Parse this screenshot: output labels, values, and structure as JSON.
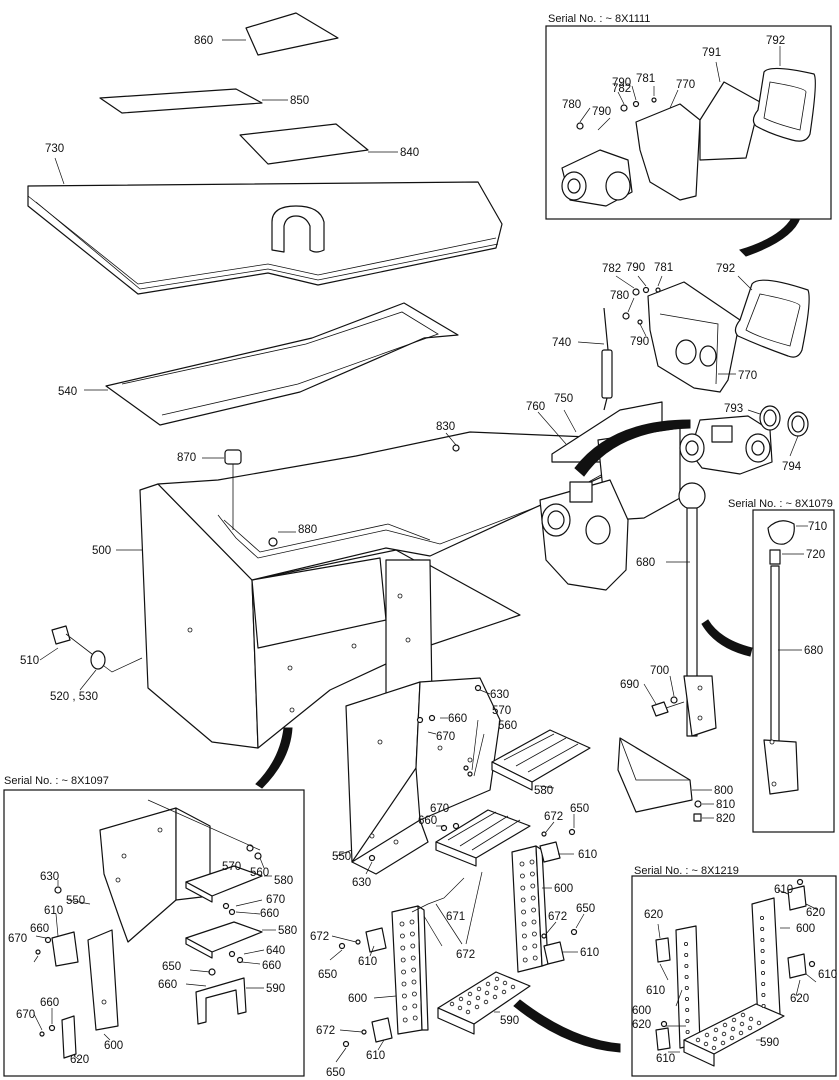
{
  "insets": {
    "top_right": {
      "serial": "Serial No. : ~ 8X1111"
    },
    "right": {
      "serial": "Serial No. : ~ 8X1079"
    },
    "bottom_left": {
      "serial": "Serial No. : ~ 8X1097"
    },
    "bottom_right": {
      "serial": "Serial No. : ~ 8X1219"
    }
  },
  "callouts": {
    "c860": "860",
    "c850": "850",
    "c840": "840",
    "c730": "730",
    "c540": "540",
    "c870": "870",
    "c830": "830",
    "c880": "880",
    "c500": "500",
    "c510": "510",
    "c520_530": "520 , 530",
    "c740": "740",
    "c760": "760",
    "c750": "750",
    "c782": "782",
    "c790a": "790",
    "c781": "781",
    "c780": "780",
    "c790b": "790",
    "c792": "792",
    "c770": "770",
    "c793": "793",
    "c794": "794",
    "c680": "680",
    "c690": "690",
    "c700": "700",
    "c800": "800",
    "c810": "810",
    "c820": "820",
    "c630a": "630",
    "c570": "570",
    "c560": "560",
    "c660a": "660",
    "c670a": "670",
    "c580": "580",
    "c670b": "670",
    "c660b": "660",
    "c550": "550",
    "c630b": "630",
    "c650a": "650",
    "c672a": "672",
    "c610a": "610",
    "c600a": "600",
    "c672b": "672",
    "c650b": "650",
    "c610b": "610",
    "c671": "671",
    "c672c": "672",
    "c672d": "672",
    "c650c": "650",
    "c610c": "610",
    "c600b": "600",
    "c590": "590",
    "c672e": "672",
    "c610d": "610",
    "c650d": "650",
    "tr782": "782",
    "tr790a": "790",
    "tr781": "781",
    "tr780": "780",
    "tr790b": "790",
    "tr770": "770",
    "tr791": "791",
    "tr792": "792",
    "r710": "710",
    "r720": "720",
    "r680": "680",
    "bl630": "630",
    "bl550": "550",
    "bl610": "610",
    "bl670a": "670",
    "bl660a": "660",
    "bl570": "570",
    "bl560": "560",
    "bl580a": "580",
    "bl670b": "670",
    "bl660b": "660",
    "bl580b": "580",
    "bl640": "640",
    "bl660c": "660",
    "bl650": "650",
    "bl660d": "660",
    "bl590": "590",
    "bl660e": "660",
    "bl670c": "670",
    "bl620": "620",
    "bl600": "600",
    "br610a": "610",
    "br620a": "620",
    "br620b": "620",
    "br600a": "600",
    "br620c": "620",
    "br610b": "610",
    "br610c": "610",
    "br600b": "600",
    "br620d": "620",
    "br610d": "610",
    "br590": "590"
  }
}
